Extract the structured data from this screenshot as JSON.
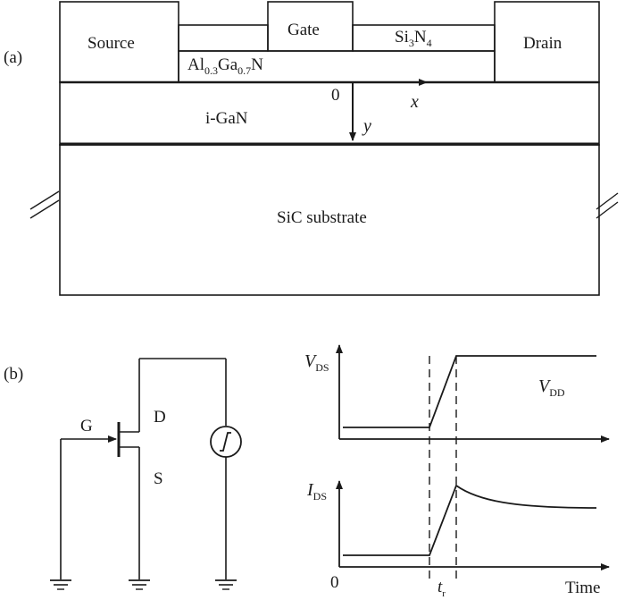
{
  "panel_a": {
    "label": "(a)",
    "source": "Source",
    "gate": "Gate",
    "drain": "Drain",
    "passivation": {
      "base": "Si",
      "sub1": "3",
      "mid": "N",
      "sub2": "4"
    },
    "barrier": {
      "p1": "Al",
      "s1": "0.3",
      "p2": "Ga",
      "s2": "0.7",
      "p3": "N"
    },
    "channel": "i-GaN",
    "substrate": "SiC substrate",
    "origin": "0",
    "x_axis": "x",
    "y_axis": "y"
  },
  "panel_b": {
    "label": "(b)",
    "gate_terminal": "G",
    "drain_terminal": "D",
    "source_terminal": "S",
    "vds": {
      "main": "V",
      "sub": "DS"
    },
    "vdd": {
      "main": "V",
      "sub": "DD"
    },
    "ids": {
      "main": "I",
      "sub": "DS"
    },
    "origin": "0",
    "rise_time": {
      "main": "t",
      "sub": "r"
    },
    "time_axis": "Time"
  }
}
